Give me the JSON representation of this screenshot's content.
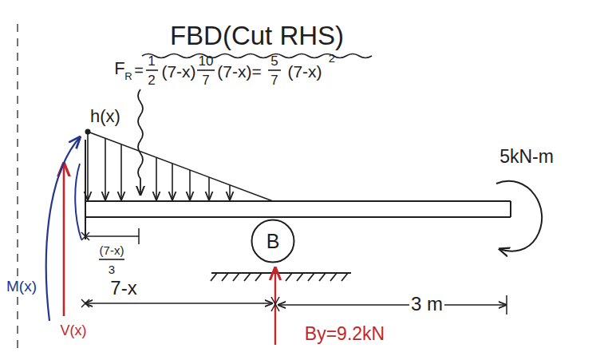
{
  "diagram": {
    "title": "FBD(Cut RHS)",
    "nodes": [
      {
        "text": [
          "B"
        ]
      }
    ],
    "labels": [
      "F",
      "R",
      "=",
      "1",
      "2",
      "(7-x)",
      "10",
      "7",
      "(7-x)=",
      "5",
      "7",
      "(7-x)",
      "2",
      "h(x)",
      "5kN-m",
      "(7-x)",
      "3",
      "7-x",
      "3 m",
      "By=9.2kN",
      "M(x)",
      "V(x)"
    ]
  }
}
